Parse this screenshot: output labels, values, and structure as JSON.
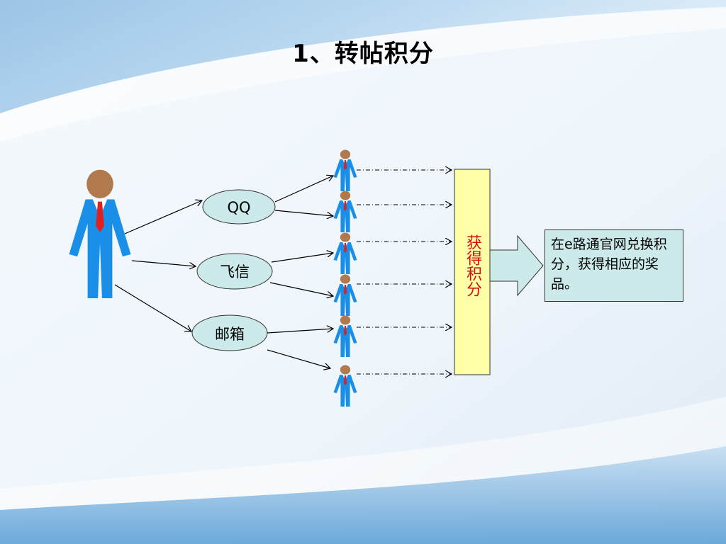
{
  "slide": {
    "title": "1、转帖积分"
  },
  "diagram": {
    "channels": [
      {
        "label": "QQ"
      },
      {
        "label": "飞信"
      },
      {
        "label": "邮箱"
      }
    ],
    "points_label": "获得积分",
    "reward_text": "在e路通官网兑换积分，获得相应的奖品。"
  },
  "colors": {
    "person_suit": "#1a8fe8",
    "person_head": "#b07a4e",
    "person_tie": "#e02020",
    "points_box": "#ffffa8",
    "points_text": "#d01010",
    "arrow_fill": "#cdeaea",
    "ellipse_fill": "#cdeaea"
  },
  "icons": {
    "person": "person-icon"
  }
}
